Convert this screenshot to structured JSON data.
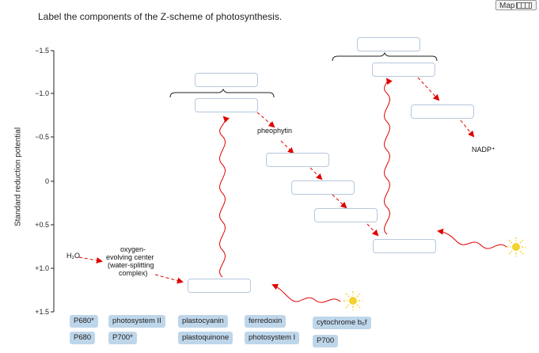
{
  "prompt": "Label the components of the Z-scheme of photosynthesis.",
  "map_button": {
    "label": "Map"
  },
  "axis": {
    "label": "Standard reduction potential",
    "ticks": [
      "−1.5",
      "−1.0",
      "−0.5",
      "0",
      "+0.5",
      "+1.0",
      "+1.5"
    ]
  },
  "fixed_labels": {
    "pheophytin": "pheophytin",
    "nadp": "NADP⁺",
    "h2o": "H₂O",
    "oec_1": "oxygen-",
    "oec_2": "evolving center",
    "oec_3": "(water-splitting",
    "oec_4": "complex)"
  },
  "answer_bank": {
    "row1": [
      "P680*",
      "photosystem II",
      "plastocyanin",
      "ferredoxin",
      "cytochrome b₆f"
    ],
    "row2": [
      "P680",
      "P700*",
      "plastoquinone",
      "photosystem I",
      "P700"
    ]
  },
  "colors": {
    "arrow": "#e00000",
    "chip": "#bed6ea",
    "drop_border": "#b6c8dc",
    "sun": "#f5d22a"
  }
}
